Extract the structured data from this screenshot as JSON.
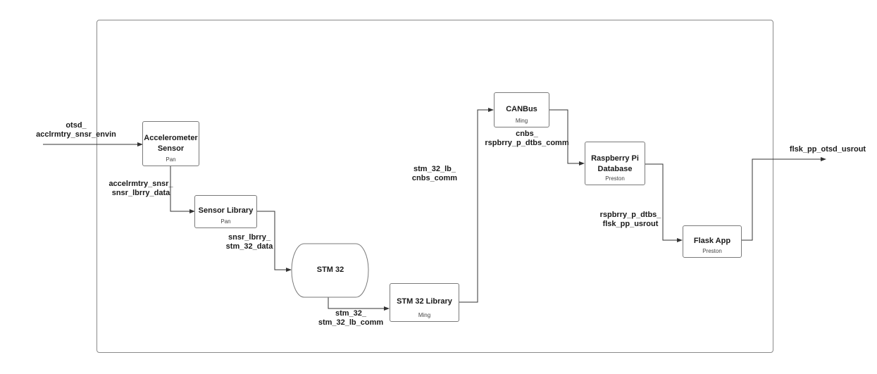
{
  "blocks": {
    "accel": {
      "title": "Accelerometer Sensor",
      "owner": "Pan"
    },
    "sensor_lib": {
      "title": "Sensor Library",
      "owner": "Pan"
    },
    "stm32": {
      "title": "STM 32"
    },
    "stm32_lib": {
      "title": "STM 32 Library",
      "owner": "Ming"
    },
    "canbus": {
      "title": "CANBus",
      "owner": "Ming"
    },
    "rpi_db": {
      "title": "Raspberry Pi Database",
      "owner": "Preston"
    },
    "flask": {
      "title": "Flask  App",
      "owner": "Preston"
    }
  },
  "signals": {
    "input": "otsd_\nacclrmtry_snsr_envin",
    "accel_to_lib": "accelrmtry_snsr_\nsnsr_lbrry_data",
    "lib_to_stm": "snsr_lbrry_\nstm_32_data",
    "stm_to_lib": "stm_32_\nstm_32_lb_comm",
    "lib_to_can": "stm_32_lb_\ncnbs_comm",
    "can_to_db": "cnbs_\nrspbrry_p_dtbs_comm",
    "db_to_flask": "rspbrry_p_dtbs_\nflsk_pp_usrout",
    "output": "flsk_pp_otsd_usrout"
  }
}
